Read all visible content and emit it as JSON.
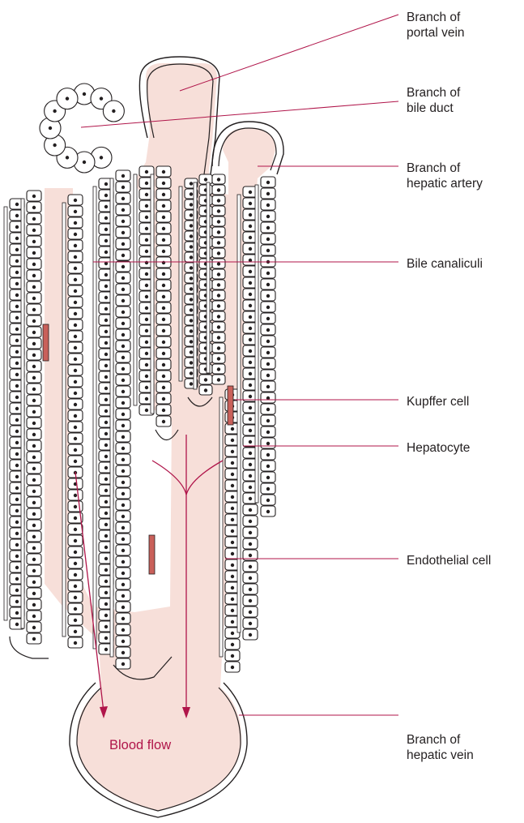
{
  "colors": {
    "background": "#ffffff",
    "sinusoid_fill": "#f7dfd9",
    "outline": "#231f20",
    "leader_line": "#b0154a",
    "kupffer_cell": "#c9605a",
    "flow_text": "#b0154a"
  },
  "labels": {
    "portal_vein": [
      "Branch of",
      "portal vein"
    ],
    "bile_duct": [
      "Branch of",
      "bile duct"
    ],
    "hepatic_artery": [
      "Branch of",
      "hepatic artery"
    ],
    "bile_canaliculi": [
      "Bile canaliculi"
    ],
    "kupffer_cell": [
      "Kupffer cell"
    ],
    "hepatocyte": [
      "Hepatocyte"
    ],
    "endothelial_cell": [
      "Endothelial cell"
    ],
    "hepatic_vein": [
      "Branch of",
      "hepatic vein"
    ]
  },
  "blood_flow_label": "Blood flow"
}
